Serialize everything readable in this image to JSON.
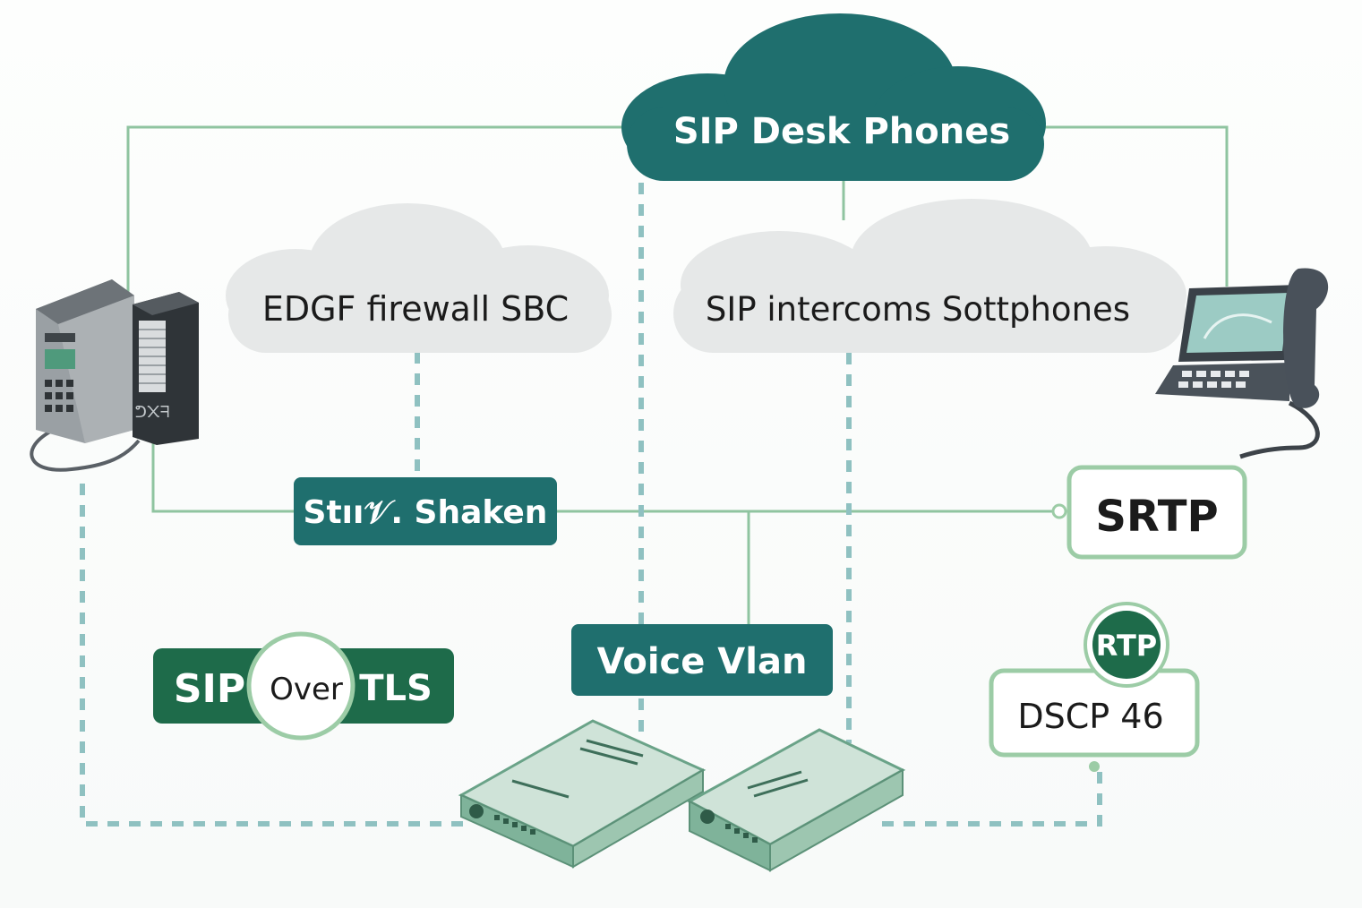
{
  "colors": {
    "teal_dark": "#1f6f6e",
    "green_dark": "#1e6b4a",
    "line_green": "#8fc4a0",
    "dash_teal": "#8fc1c1",
    "cloud_gray": "#e6e8e8",
    "border_green": "#9ccca6",
    "device_green": "#7fb39a"
  },
  "nodes": {
    "top_cloud": {
      "label": "SIP Desk Phones"
    },
    "edge_cloud": {
      "label": "EDGF firewall SBC"
    },
    "intercom_cloud": {
      "label": "SIP intercoms Sottphones"
    },
    "stir_shaken": {
      "label": "Stıı𝒱. Shaken"
    },
    "srtp": {
      "label": "SRTP"
    },
    "voice_vlan": {
      "label": "Voice Vlan"
    },
    "sip_tls": {
      "left": "SIP",
      "middle": "Over",
      "right": "TLS"
    },
    "rtp": {
      "label": "RTP"
    },
    "dscp": {
      "label": "DSCP 46"
    }
  },
  "devices": {
    "left": {
      "icon": "pbx-server-phone-icon",
      "panel_label": "ᕤ᙭ᖷ"
    },
    "right": {
      "icon": "ip-desk-phone-icon"
    },
    "switch_left": {
      "icon": "network-switch-icon"
    },
    "switch_right": {
      "icon": "network-switch-icon"
    }
  }
}
